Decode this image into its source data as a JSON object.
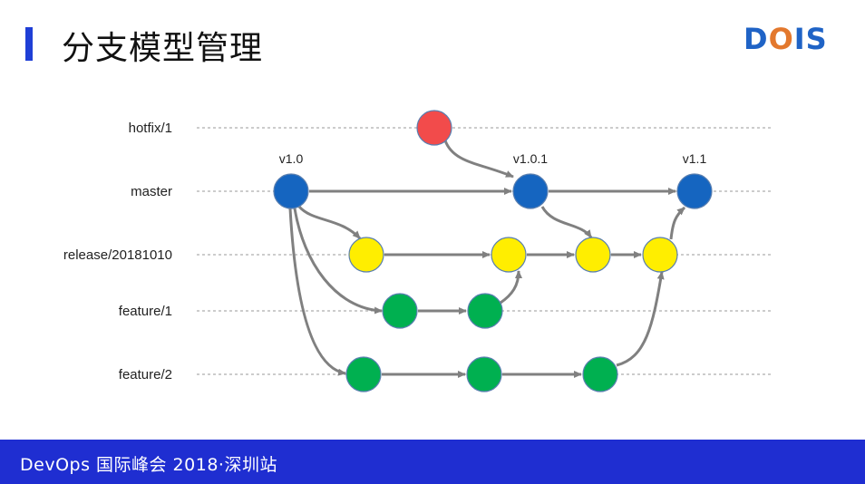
{
  "page": {
    "title": "分支模型管理",
    "logo": {
      "part1": "D",
      "part2": "O",
      "part3": "IS"
    },
    "footer": "DevOps 国际峰会 2018·深圳站"
  },
  "lanes": [
    {
      "id": "hotfix",
      "label": "hotfix/1"
    },
    {
      "id": "master",
      "label": "master"
    },
    {
      "id": "release",
      "label": "release/20181010"
    },
    {
      "id": "feature1",
      "label": "feature/1"
    },
    {
      "id": "feature2",
      "label": "feature/2"
    }
  ],
  "commits": [
    {
      "id": "h1",
      "lane": "hotfix",
      "color": "#f24b4b"
    },
    {
      "id": "m1",
      "lane": "master",
      "color": "#1565c0",
      "tag": "v1.0"
    },
    {
      "id": "m2",
      "lane": "master",
      "color": "#1565c0",
      "tag": "v1.0.1"
    },
    {
      "id": "m3",
      "lane": "master",
      "color": "#1565c0",
      "tag": "v1.1"
    },
    {
      "id": "r1",
      "lane": "release",
      "color": "#ffee00"
    },
    {
      "id": "r2",
      "lane": "release",
      "color": "#ffee00"
    },
    {
      "id": "r3",
      "lane": "release",
      "color": "#ffee00"
    },
    {
      "id": "r4",
      "lane": "release",
      "color": "#ffee00"
    },
    {
      "id": "f1a",
      "lane": "feature1",
      "color": "#00b050"
    },
    {
      "id": "f1b",
      "lane": "feature1",
      "color": "#00b050"
    },
    {
      "id": "f2a",
      "lane": "feature2",
      "color": "#00b050"
    },
    {
      "id": "f2b",
      "lane": "feature2",
      "color": "#00b050"
    },
    {
      "id": "f2c",
      "lane": "feature2",
      "color": "#00b050"
    }
  ],
  "edges": [
    {
      "from": "h1",
      "to": "m2"
    },
    {
      "from": "m1",
      "to": "m2"
    },
    {
      "from": "m2",
      "to": "m3"
    },
    {
      "from": "m1",
      "to": "r1"
    },
    {
      "from": "m1",
      "to": "f1a"
    },
    {
      "from": "m1",
      "to": "f2a"
    },
    {
      "from": "m2",
      "to": "r3"
    },
    {
      "from": "r1",
      "to": "r2"
    },
    {
      "from": "r2",
      "to": "r3"
    },
    {
      "from": "r3",
      "to": "r4"
    },
    {
      "from": "r4",
      "to": "m3"
    },
    {
      "from": "f1a",
      "to": "f1b"
    },
    {
      "from": "f1b",
      "to": "r2"
    },
    {
      "from": "f2a",
      "to": "f2b"
    },
    {
      "from": "f2b",
      "to": "f2c"
    },
    {
      "from": "f2c",
      "to": "r4"
    }
  ],
  "colors": {
    "accent_bar": "#1f3fd6",
    "footer_bg": "#1f2ed1",
    "arrow": "#808080",
    "guide": "#999999"
  }
}
